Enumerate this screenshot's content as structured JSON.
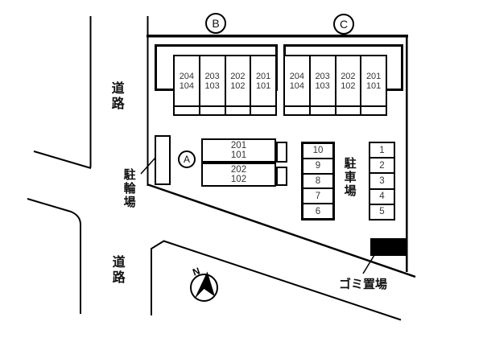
{
  "roads": {
    "left_label": "道路",
    "bottom_label": "道路"
  },
  "buildings": {
    "a": {
      "id": "A",
      "rows": [
        {
          "upper": "201",
          "lower": "101"
        },
        {
          "upper": "202",
          "lower": "102"
        }
      ]
    },
    "b": {
      "id": "B",
      "units": [
        {
          "upper": "204",
          "lower": "104"
        },
        {
          "upper": "203",
          "lower": "103"
        },
        {
          "upper": "202",
          "lower": "102"
        },
        {
          "upper": "201",
          "lower": "101"
        }
      ]
    },
    "c": {
      "id": "C",
      "units": [
        {
          "upper": "204",
          "lower": "104"
        },
        {
          "upper": "203",
          "lower": "103"
        },
        {
          "upper": "202",
          "lower": "102"
        },
        {
          "upper": "201",
          "lower": "101"
        }
      ]
    }
  },
  "parking": {
    "label": "駐車場",
    "left_column": [
      "10",
      "9",
      "8",
      "7",
      "6"
    ],
    "right_column": [
      "1",
      "2",
      "3",
      "4",
      "5"
    ]
  },
  "bicycle_parking": {
    "label": "駐輪場"
  },
  "garbage": {
    "label": "ゴミ置場"
  },
  "compass": {
    "label": "N"
  },
  "colors": {
    "line": "#000000",
    "text": "#333333",
    "label": "#111111",
    "garbage_fill": "#000000",
    "background": "#ffffff"
  }
}
